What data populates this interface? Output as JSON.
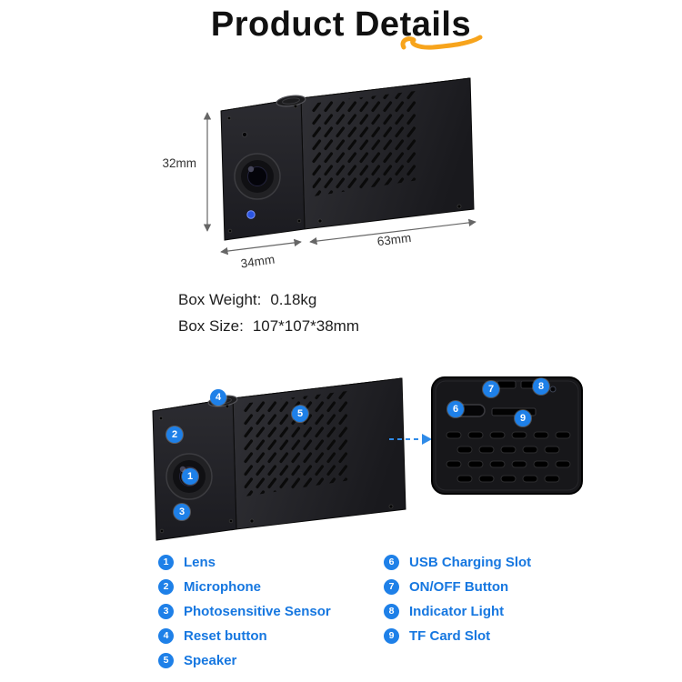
{
  "page": {
    "title": "Product Details"
  },
  "colors": {
    "accent_blue": "#1e80e8",
    "legend_text_blue": "#1677e0",
    "title_swoosh_orange": "#f7a41c",
    "camera_body_black": "#1d1d21",
    "dimension_text": "#333333"
  },
  "dimensions": {
    "height": "32mm",
    "depth": "34mm",
    "width": "63mm"
  },
  "specs": {
    "box_weight_label": "Box Weight:",
    "box_weight_value": "0.18kg",
    "box_size_label": "Box Size:",
    "box_size_value": "107*107*38mm"
  },
  "callouts": {
    "lens": "1",
    "microphone": "2",
    "photosensitive_sensor": "3",
    "reset_button": "4",
    "speaker": "5",
    "usb_charging_slot": "6",
    "on_off_button": "7",
    "indicator_light": "8",
    "tf_card_slot": "9"
  },
  "legend": {
    "left": [
      {
        "num": "1",
        "label": "Lens"
      },
      {
        "num": "2",
        "label": "Microphone"
      },
      {
        "num": "3",
        "label": "Photosensitive Sensor"
      },
      {
        "num": "4",
        "label": "Reset button"
      },
      {
        "num": "5",
        "label": "Speaker"
      }
    ],
    "right": [
      {
        "num": "6",
        "label": "USB Charging Slot"
      },
      {
        "num": "7",
        "label": "ON/OFF Button"
      },
      {
        "num": "8",
        "label": "Indicator Light"
      },
      {
        "num": "9",
        "label": "TF Card Slot"
      }
    ]
  }
}
